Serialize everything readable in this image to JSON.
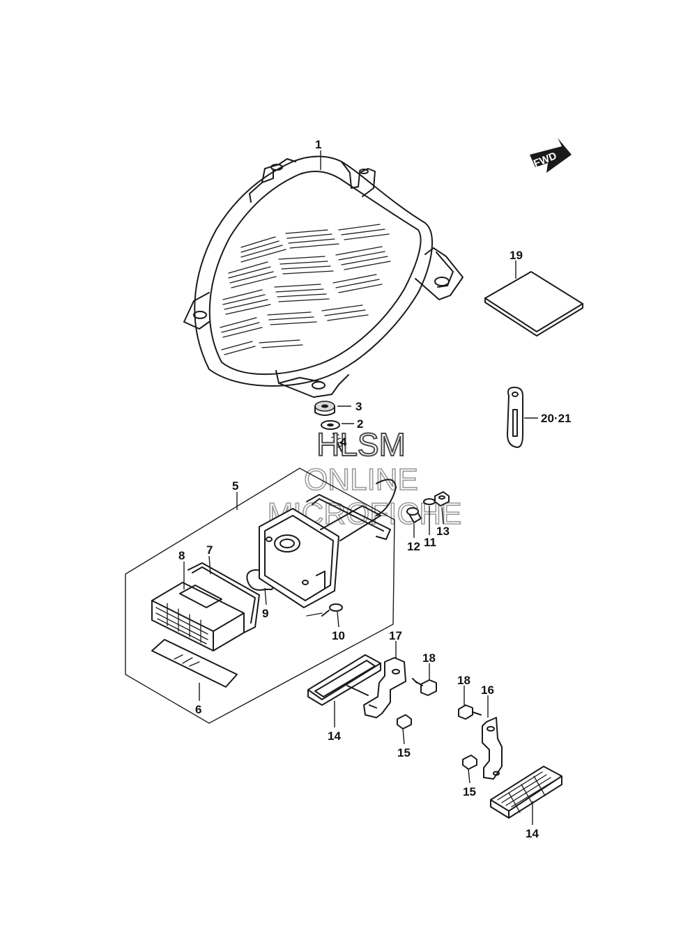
{
  "direction_arrow": {
    "label": "FWD"
  },
  "watermark": {
    "line1": "HLSM",
    "line2": "ONLINE",
    "line3": "MICROFICHE"
  },
  "callouts": {
    "c1": "1",
    "c2": "2",
    "c3": "3",
    "c4": "4",
    "c5": "5",
    "c6": "6",
    "c7": "7",
    "c8": "8",
    "c9": "9",
    "c10": "10",
    "c11": "11",
    "c12": "12",
    "c13": "13",
    "c14a": "14",
    "c14b": "14",
    "c15a": "15",
    "c15b": "15",
    "c16": "16",
    "c17": "17",
    "c18a": "18",
    "c18b": "18",
    "c19": "19",
    "c20_21": "20·21"
  }
}
